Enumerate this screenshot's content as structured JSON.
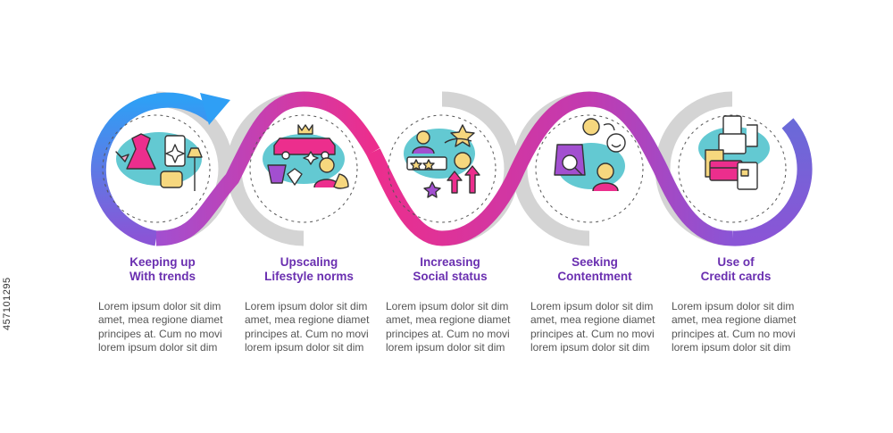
{
  "side_id": "457101295",
  "colors": {
    "blue": "#2f9ff5",
    "purple": "#8a55d6",
    "magenta": "#ec2e8d",
    "gray": "#d4d4d4",
    "title": "#6a2fb0",
    "text": "#555555",
    "teal_blob": "#63c9d2"
  },
  "steps": [
    {
      "title_lines": [
        "Keeping up",
        "With trends"
      ],
      "icon": "trends-fashion-icon",
      "body_lines": [
        "Lorem ipsum dolor sit dim",
        "amet, mea regione diamet",
        "principes at. Cum no movi",
        "lorem ipsum dolor sit dim"
      ]
    },
    {
      "title_lines": [
        "Upscaling",
        "Lifestyle norms"
      ],
      "icon": "luxury-lifestyle-icon",
      "body_lines": [
        "Lorem ipsum dolor sit dim",
        "amet, mea regione diamet",
        "principes at. Cum no movi",
        "lorem ipsum dolor sit dim"
      ]
    },
    {
      "title_lines": [
        "Increasing",
        "Social status"
      ],
      "icon": "social-status-icon",
      "body_lines": [
        "Lorem ipsum dolor sit dim",
        "amet, mea regione diamet",
        "principes at. Cum no movi",
        "lorem ipsum dolor sit dim"
      ]
    },
    {
      "title_lines": [
        "Seeking",
        "Contentment"
      ],
      "icon": "contentment-shopping-icon",
      "body_lines": [
        "Lorem ipsum dolor sit dim",
        "amet, mea regione diamet",
        "principes at. Cum no movi",
        "lorem ipsum dolor sit dim"
      ]
    },
    {
      "title_lines": [
        "Use of",
        "Credit cards"
      ],
      "icon": "credit-cards-icon",
      "body_lines": [
        "Lorem ipsum dolor sit dim",
        "amet, mea regione diamet",
        "principes at. Cum no movi",
        "lorem ipsum dolor sit dim"
      ]
    }
  ]
}
